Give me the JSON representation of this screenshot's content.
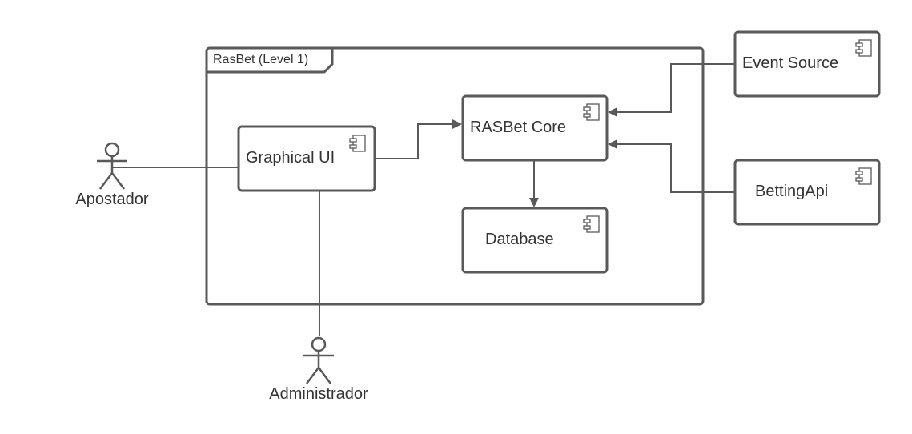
{
  "frame": {
    "title": "RasBet (Level 1)"
  },
  "components": {
    "graphical_ui": "Graphical UI",
    "rasbet_core": "RASBet Core",
    "database": "Database",
    "event_source": "Event Source",
    "betting_api": "BettingApi"
  },
  "actors": {
    "apostador": "Apostador",
    "administrador": "Administrador"
  },
  "colors": {
    "stroke": "#595959",
    "text": "#333333",
    "background": "#ffffff"
  }
}
